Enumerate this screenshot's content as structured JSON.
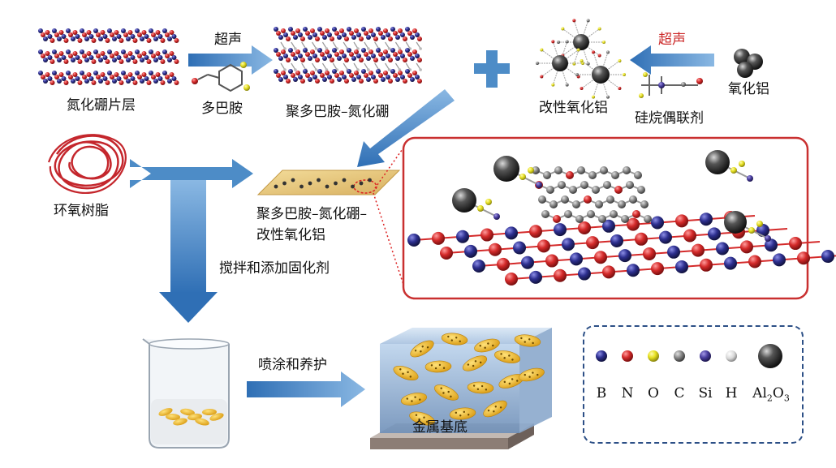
{
  "labels": {
    "bn_sheets": "氮化硼片层",
    "ultrasound_1": "超声",
    "dopamine": "多巴胺",
    "pda_bn": "聚多巴胺–氮化硼",
    "plus": "+",
    "modified_alumina": "改性氧化铝",
    "ultrasound_2": "超声",
    "silane": "硅烷偶联剂",
    "alumina": "氧化铝",
    "epoxy": "环氧树脂",
    "composite_line1": "聚多巴胺–氮化硼–",
    "composite_line2": "改性氧化铝",
    "stir": "搅拌和添加固化剂",
    "spray": "喷涂和养护",
    "substrate": "金属基底"
  },
  "legend": {
    "items": [
      {
        "symbol": "B",
        "color": "#2d2f8f"
      },
      {
        "symbol": "N",
        "color": "#d42a2a"
      },
      {
        "symbol": "O",
        "color": "#e6e020"
      },
      {
        "symbol": "C",
        "color": "#8a8a8a"
      },
      {
        "symbol": "Si",
        "color": "#4a3fa0"
      },
      {
        "symbol": "H",
        "color": "#d8d8d8"
      }
    ],
    "al2o3": {
      "main": "Al",
      "sub1": "2",
      "mid": "O",
      "sub2": "3",
      "color": "#3a3a3a"
    }
  },
  "colors": {
    "arrow": "#4d8cc7",
    "frame": "#c93030",
    "boron": "#2d2f8f",
    "nitrogen": "#d42a2a",
    "legend_border": "#2c4f86"
  }
}
